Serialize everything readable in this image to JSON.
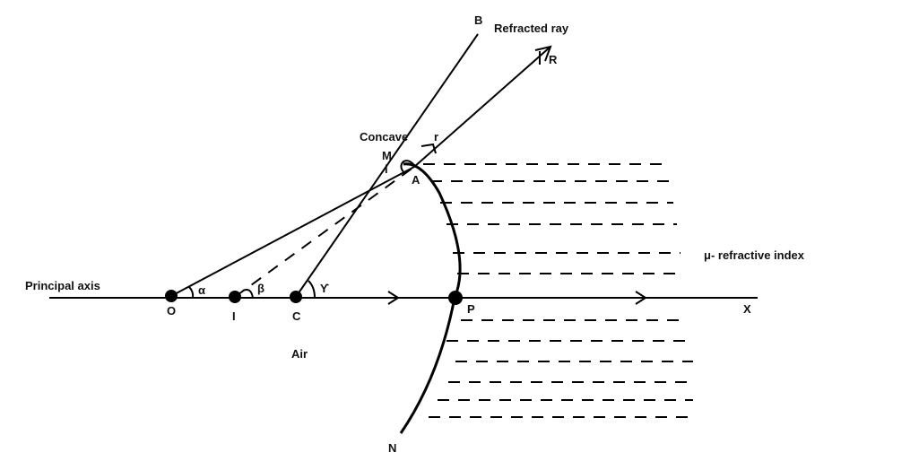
{
  "labels": {
    "B": "B",
    "refracted_ray": "Refracted ray",
    "R": "R",
    "concave": "Concave",
    "r": "r",
    "M": "M",
    "i": "i",
    "A": "A",
    "refractive_index": "μ- refractive index",
    "principal_axis": "Principal axis",
    "alpha": "α",
    "beta": "β",
    "gamma": "ϒ",
    "O": "O",
    "I": "I",
    "C": "C",
    "P": "P",
    "X": "X",
    "air": "Air",
    "N": "N"
  },
  "colors": {
    "line": "#000000",
    "background": "#ffffff"
  }
}
